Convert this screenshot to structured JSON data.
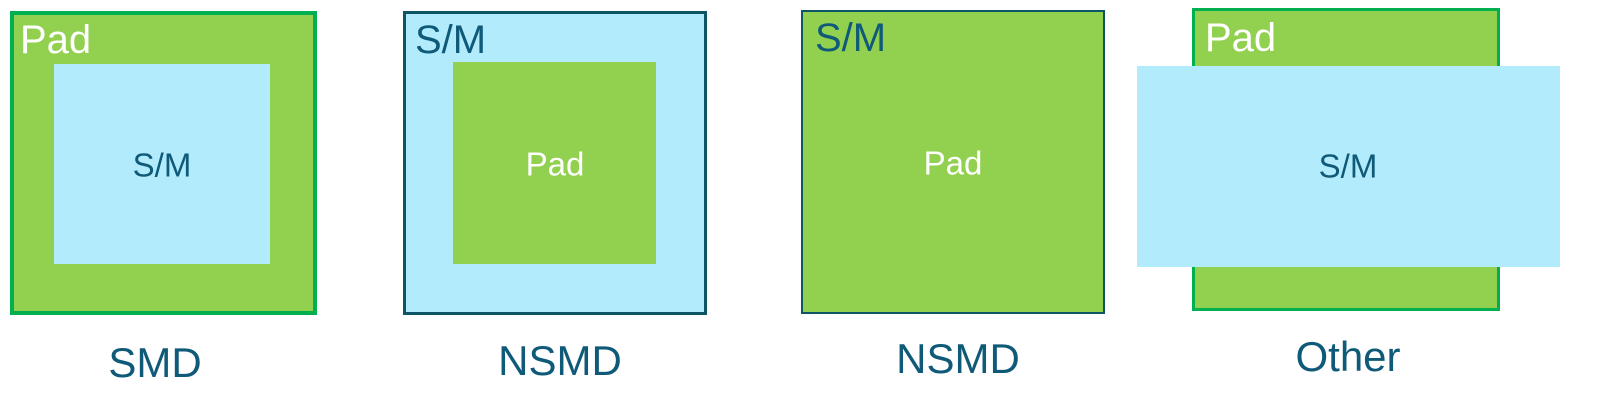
{
  "colors": {
    "pad": "#92D050",
    "solder_mask": "#B2EBFC",
    "pad_border": "#00B050",
    "mask_border": "#0E5566",
    "text_dark": "#0F5A78",
    "text_light": "#FFFFFF"
  },
  "panels": [
    {
      "corner_label": "Pad",
      "center_label": "S/M",
      "caption": "SMD"
    },
    {
      "corner_label": "S/M",
      "center_label": "Pad",
      "caption": "NSMD"
    },
    {
      "corner_label": "S/M",
      "center_label": "Pad",
      "caption": "NSMD"
    },
    {
      "corner_label": "Pad",
      "center_label": "S/M",
      "caption": "Other"
    }
  ]
}
